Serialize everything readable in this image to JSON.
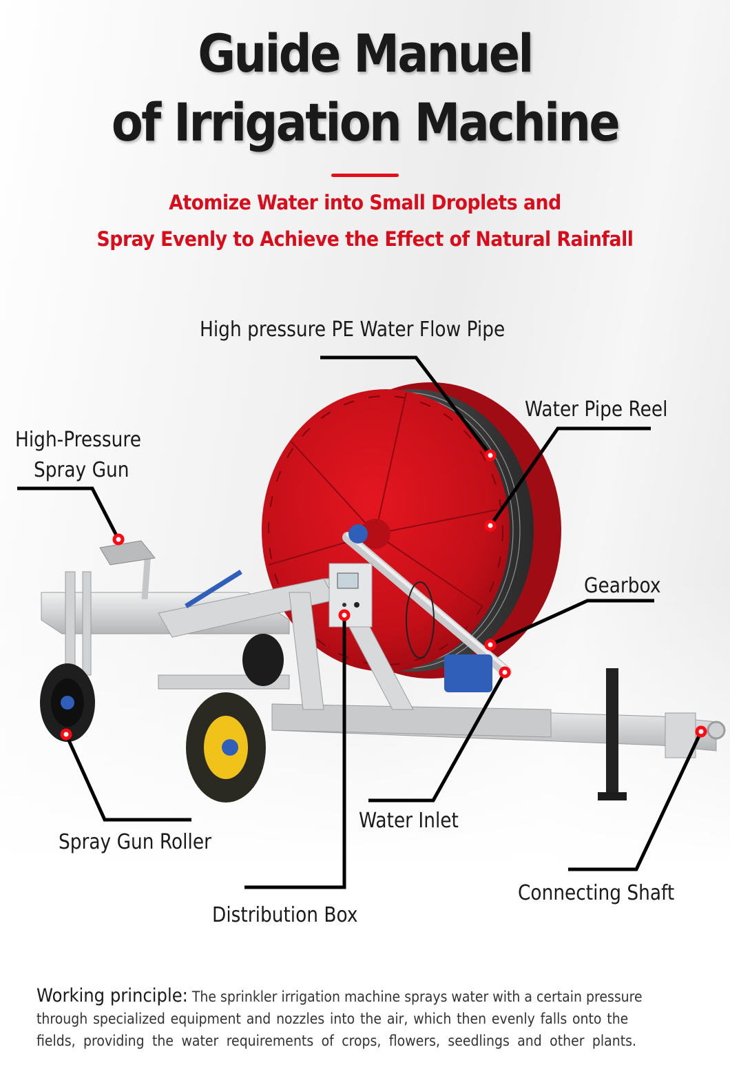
{
  "header": {
    "title_line1": "Guide Manuel",
    "title_line2": "of Irrigation Machine",
    "subtitle_line1": "Atomize Water into Small Droplets and",
    "subtitle_line2": "Spray Evenly to Achieve the Effect of Natural Rainfall"
  },
  "colors": {
    "accent_red": "#e0101c",
    "subtitle_red": "#d80c1a",
    "reel_red": "#c8101a",
    "title_text": "#1a1a1a",
    "callout_line": "#000000",
    "marker_red": "#ff0a14"
  },
  "callouts": [
    {
      "id": "pe-pipe",
      "label": "High pressure PE Water Flow Pipe"
    },
    {
      "id": "pipe-reel",
      "label": "Water Pipe Reel"
    },
    {
      "id": "spray-gun",
      "label_line1": "High-Pressure",
      "label_line2": "Spray Gun"
    },
    {
      "id": "gearbox",
      "label": "Gearbox"
    },
    {
      "id": "spray-gun-roller",
      "label": "Spray Gun Roller"
    },
    {
      "id": "water-inlet",
      "label": "Water Inlet"
    },
    {
      "id": "distribution-box",
      "label": "Distribution Box"
    },
    {
      "id": "connecting-shaft",
      "label": "Connecting Shaft"
    }
  ],
  "principle": {
    "lead": "Working principle:",
    "line1": "The sprinkler irrigation machine sprays water with a certain pressure",
    "line2": "through specialized equipment and nozzles into the air, which then evenly falls onto the",
    "line3": "fields, providing the water requirements of crops, flowers, seedlings and other plants."
  }
}
